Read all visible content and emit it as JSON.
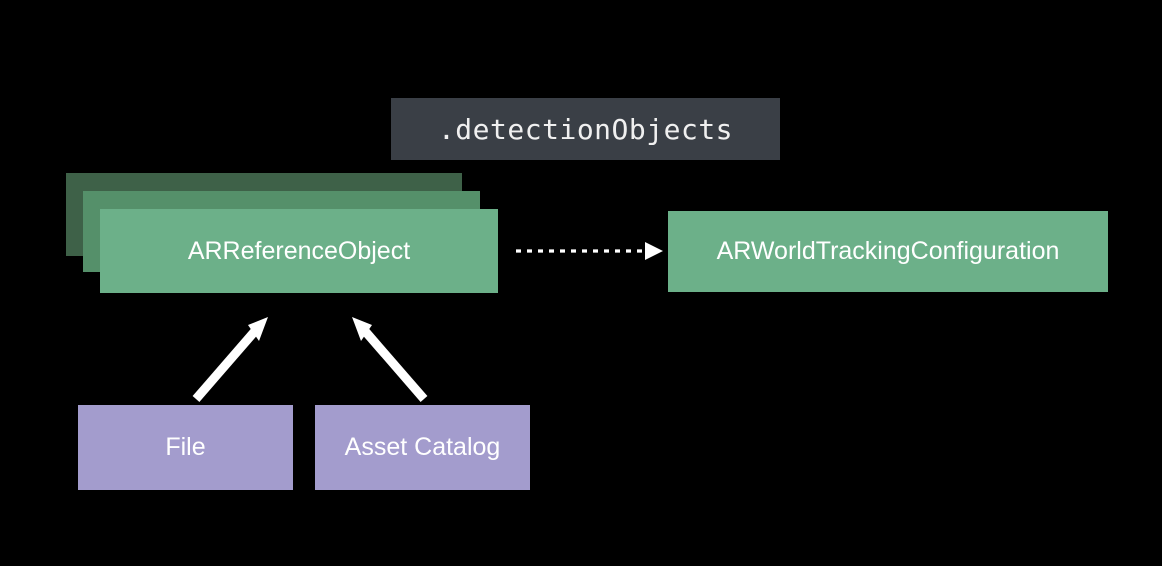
{
  "diagram": {
    "title": "ARReferenceObject sources and detection configuration",
    "background_color": "#000000",
    "nodes": {
      "code_chip": {
        "label": ".detectionObjects",
        "color": "#3a3f46",
        "text_color": "#f0f0f0"
      },
      "reference_object": {
        "label": "ARReferenceObject",
        "color_front": "#6cb089",
        "color_mid": "#55906a",
        "color_back": "#3e6148",
        "text_color": "#ffffff",
        "stack_count": 3
      },
      "world_tracking": {
        "label": "ARWorldTrackingConfiguration",
        "color": "#6cb089",
        "text_color": "#ffffff"
      },
      "file": {
        "label": "File",
        "color": "#a39ccd",
        "text_color": "#ffffff"
      },
      "asset_catalog": {
        "label": "Asset Catalog",
        "color": "#a39ccd",
        "text_color": "#ffffff"
      }
    },
    "edges": [
      {
        "name": "reference-object-to-world-tracking",
        "from": "ARReferenceObject",
        "to": "ARWorldTrackingConfiguration",
        "style": "dotted",
        "color": "#ffffff",
        "arrowhead": "filled-triangle"
      },
      {
        "name": "file-to-reference-object",
        "from": "File",
        "to": "ARReferenceObject",
        "style": "solid",
        "color": "#ffffff",
        "arrowhead": "filled-triangle"
      },
      {
        "name": "asset-catalog-to-reference-object",
        "from": "Asset Catalog",
        "to": "ARReferenceObject",
        "style": "solid",
        "color": "#ffffff",
        "arrowhead": "filled-triangle"
      }
    ]
  }
}
